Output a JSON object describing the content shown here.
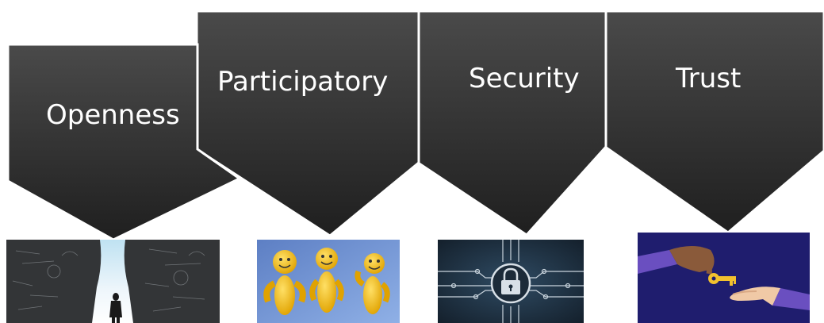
{
  "steps": [
    {
      "label": "Openness",
      "image_icon": "doorway-icon"
    },
    {
      "label": "Participatory",
      "image_icon": "people-figures-icon"
    },
    {
      "label": "Security",
      "image_icon": "circuit-lock-icon"
    },
    {
      "label": "Trust",
      "image_icon": "key-handover-icon"
    }
  ],
  "colors": {
    "chevron_top": "#4a4a4a",
    "chevron_bottom": "#202020",
    "label_text": "#ffffff",
    "chevron_outline": "#ffffff"
  }
}
